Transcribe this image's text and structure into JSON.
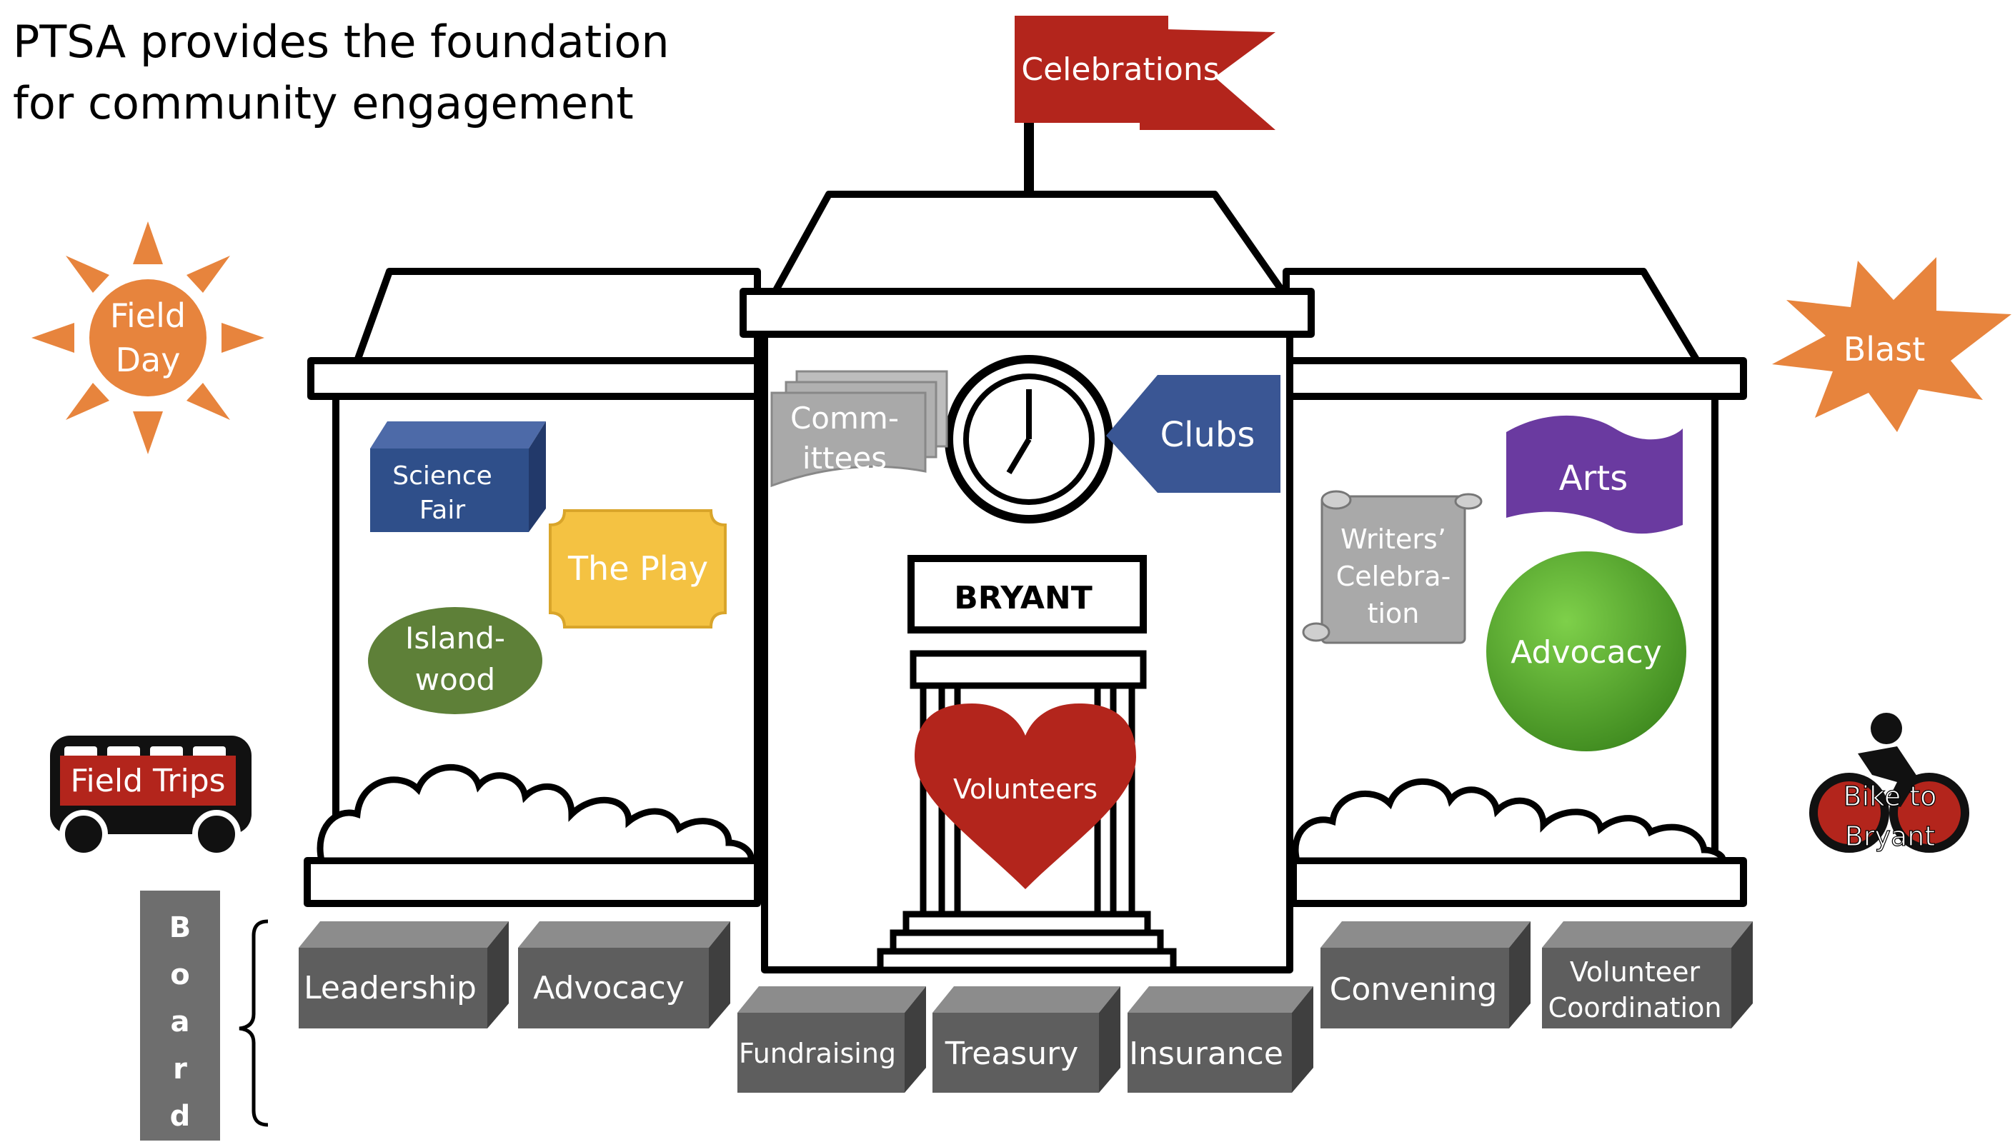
{
  "title": {
    "line1": "PTSA provides the foundation",
    "line2": "for community engagement"
  },
  "school": {
    "sign": "BRYANT",
    "flag": "Celebrations"
  },
  "left_wing": {
    "science_fair": [
      "Science",
      "Fair"
    ],
    "the_play": "The Play",
    "islandwood": [
      "Island-",
      "wood"
    ]
  },
  "center": {
    "committees": [
      "Comm-",
      "ittees"
    ],
    "clubs": "Clubs",
    "volunteers": "Volunteers"
  },
  "right_wing": {
    "writers": [
      "Writers’",
      "Celebra-",
      "tion"
    ],
    "arts": "Arts",
    "advocacy": "Advocacy"
  },
  "outside": {
    "field_day": [
      "Field",
      "Day"
    ],
    "blast": "Blast",
    "field_trips": "Field Trips",
    "bike": [
      "Bike to",
      "Bryant"
    ]
  },
  "board": {
    "label": [
      "B",
      "o",
      "a",
      "r",
      "d"
    ]
  },
  "foundation_blocks": {
    "leadership": "Leadership",
    "advocacy": "Advocacy",
    "fundraising": "Fundraising",
    "treasury": "Treasury",
    "insurance": "Insurance",
    "convening": "Convening",
    "volunteer_coordination": [
      "Volunteer",
      "Coordination"
    ]
  },
  "colors": {
    "flag_red": "#b3251c",
    "sun_orange": "#e7843d",
    "science_blue": "#2f4f8a",
    "play_yellow": "#f4c242",
    "island_green": "#5e8038",
    "clubs_blue": "#3a5694",
    "arts_purple": "#6a3aa0",
    "advocacy_green": "#4e9e2a",
    "scroll_gray": "#a9a9a9",
    "block_gray": "#5a5a5a",
    "heart_red": "#b3251c"
  }
}
